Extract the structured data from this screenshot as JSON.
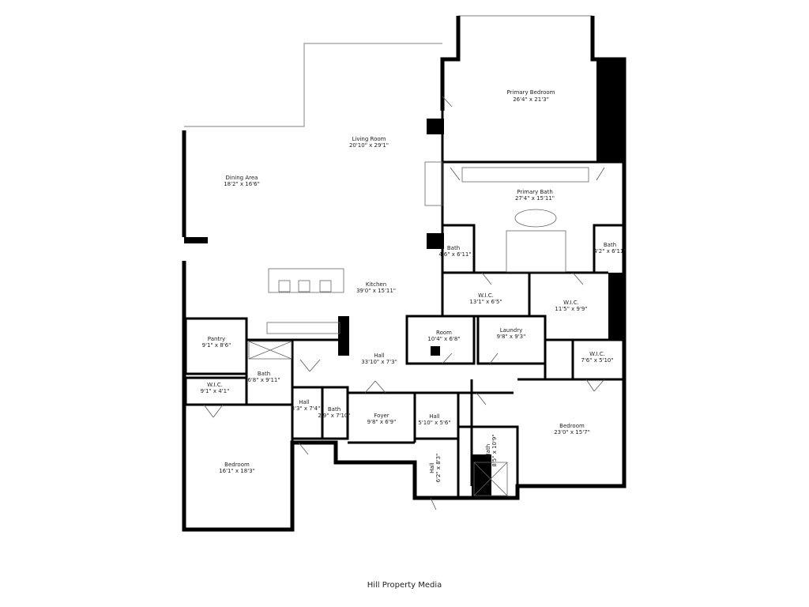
{
  "rooms": {
    "primary_bedroom": {
      "name": "Primary Bedroom",
      "dims": "26'4\" x 21'3\""
    },
    "living_room": {
      "name": "Living Room",
      "dims": "20'10\" x 29'1\""
    },
    "dining_area": {
      "name": "Dining Area",
      "dims": "18'2\" x 16'6\""
    },
    "primary_bath": {
      "name": "Primary Bath",
      "dims": "27'4\" x 15'11\""
    },
    "bath_left_primary": {
      "name": "Bath",
      "dims": "4'6\" x 6'11\""
    },
    "bath_right_primary": {
      "name": "Bath",
      "dims": "4'2\" x 6'11\""
    },
    "kitchen": {
      "name": "Kitchen",
      "dims": "39'0\" x 15'11\""
    },
    "wic_1": {
      "name": "W.I.C.",
      "dims": "13'1\" x 6'5\""
    },
    "wic_2": {
      "name": "W.I.C.",
      "dims": "11'5\" x 9'9\""
    },
    "room": {
      "name": "Room",
      "dims": "10'4\" x 6'8\""
    },
    "laundry": {
      "name": "Laundry",
      "dims": "9'8\" x 9'3\""
    },
    "wic_3": {
      "name": "W.I.C.",
      "dims": "7'6\" x 5'10\""
    },
    "pantry": {
      "name": "Pantry",
      "dims": "9'1\" x 8'6\""
    },
    "hall_main": {
      "name": "Hall",
      "dims": "33'10\" x 7'3\""
    },
    "bath_center": {
      "name": "Bath",
      "dims": "6'8\" x 9'11\""
    },
    "wic_4": {
      "name": "W.I.C.",
      "dims": "9'1\" x 4'1\""
    },
    "hall_small": {
      "name": "Hall",
      "dims": "3'3\" x 7'4\""
    },
    "bath_half": {
      "name": "Bath",
      "dims": "2'9\" x 7'10\""
    },
    "foyer": {
      "name": "Foyer",
      "dims": "9'8\" x 6'9\""
    },
    "hall_foyer": {
      "name": "Hall",
      "dims": "5'10\" x 5'6\""
    },
    "hall_vertical": {
      "name": "Hall",
      "dims": "6'2\" x 8'3\""
    },
    "bath_vertical": {
      "name": "Bath",
      "dims": "8'5\" x 10'9\""
    },
    "bedroom_left": {
      "name": "Bedroom",
      "dims": "16'1\" x 18'3\""
    },
    "bedroom_right": {
      "name": "Bedroom",
      "dims": "23'0\" x 15'7\""
    }
  },
  "credit": "Hill Property Media"
}
